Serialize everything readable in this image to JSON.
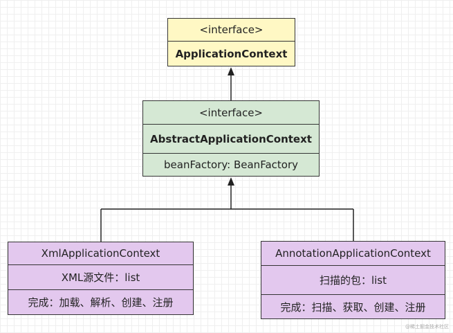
{
  "diagram": {
    "application_context": {
      "stereotype": "<interface>",
      "name": "ApplicationContext",
      "color": "#fff8c4"
    },
    "abstract_application_context": {
      "stereotype": "<interface>",
      "name": "AbstractApplicationContext",
      "field": "beanFactory: BeanFactory",
      "color": "#d5e8d4"
    },
    "xml_application_context": {
      "name": "XmlApplicationContext",
      "attribute": "XML源文件：list",
      "operation": "完成：加载、解析、创建、注册",
      "color": "#e3c8ee"
    },
    "annotation_application_context": {
      "name": "AnnotationApplicationContext",
      "attribute": "扫描的包：list",
      "operation": "完成：扫描、获取、创建、注册",
      "color": "#e3c8ee"
    },
    "watermark": "@稀土掘金技术社区"
  }
}
